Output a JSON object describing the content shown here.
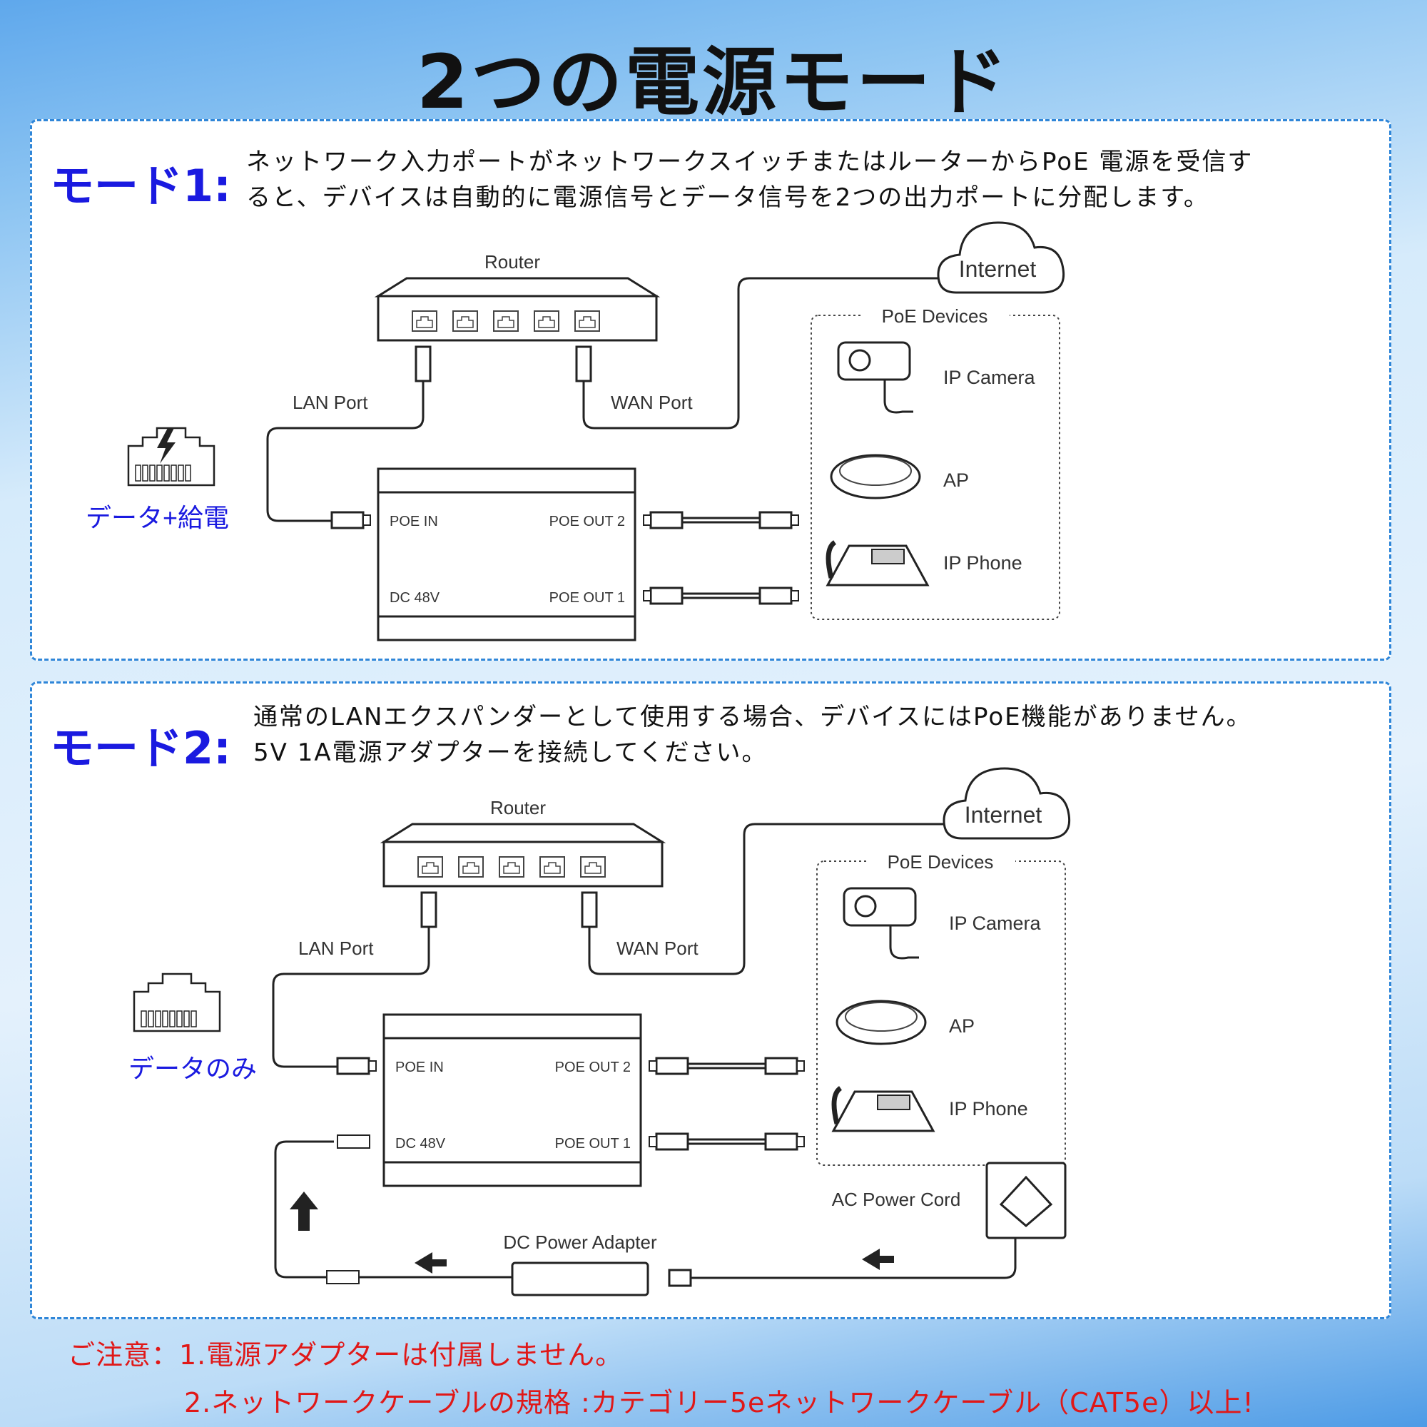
{
  "title": "2つの電源モード",
  "mode1": {
    "label": "モード1:",
    "desc_line1": "ネットワーク入力ポートがネットワークスイッチまたはルーターからPoE 電源を受信す",
    "desc_line2": "ると、デバイスは自動的に電源信号とデータ信号を2つの出力ポートに分配します。",
    "icon_label": "データ+給電"
  },
  "mode2": {
    "label": "モード2:",
    "desc_line1": "通常のLANエクスパンダーとして使用する場合、デバイスにはPoE機能がありません。",
    "desc_line2": "5V 1A電源アダプターを接続してください。",
    "icon_label": "データのみ",
    "dc_adapter": "DC Power Adapter",
    "ac_cord": "AC Power Cord"
  },
  "diagram": {
    "router": "Router",
    "internet": "Internet",
    "lan_port": "LAN Port",
    "wan_port": "WAN Port",
    "poe_devices": "PoE Devices",
    "ip_camera": "IP Camera",
    "ap": "AP",
    "ip_phone": "IP Phone",
    "poe_in": "POE IN",
    "poe_out2": "POE OUT 2",
    "dc48": "DC 48V",
    "poe_out1": "POE OUT 1"
  },
  "notes": {
    "line1": "ご注意：1.電源アダプターは付属しません。",
    "line2": "2.ネットワークケーブルの規格 :カテゴリー5eネットワークケーブル（CAT5e）以上!"
  },
  "colors": {
    "mode_label": "#1a1ae0",
    "note": "#e01818",
    "border": "#2f86d8"
  }
}
